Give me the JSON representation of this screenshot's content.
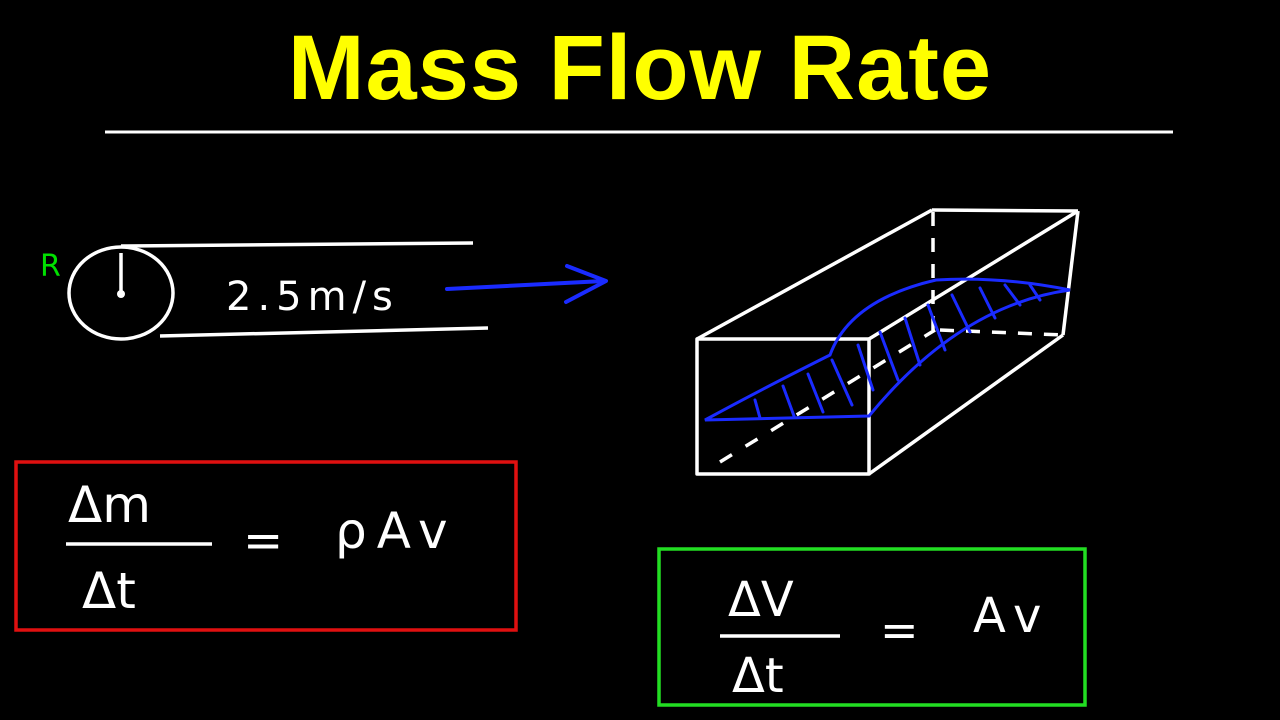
{
  "title": "Mass Flow Rate",
  "pipe": {
    "radius_label": "R",
    "speed_label": "2.5m/s"
  },
  "formula_mass": {
    "numerator": "Δm",
    "denominator": "Δt",
    "equals": "=",
    "rhs": "ρAv"
  },
  "formula_volume": {
    "numerator": "ΔV",
    "denominator": "Δt",
    "equals": "=",
    "rhs": "Av"
  },
  "colors": {
    "background": "#000000",
    "title": "#ffff00",
    "ink": "#ffffff",
    "radius_label": "#00e000",
    "flow_arrow": "#1a2bff",
    "mass_box": "#e01010",
    "volume_box": "#22dd22"
  }
}
